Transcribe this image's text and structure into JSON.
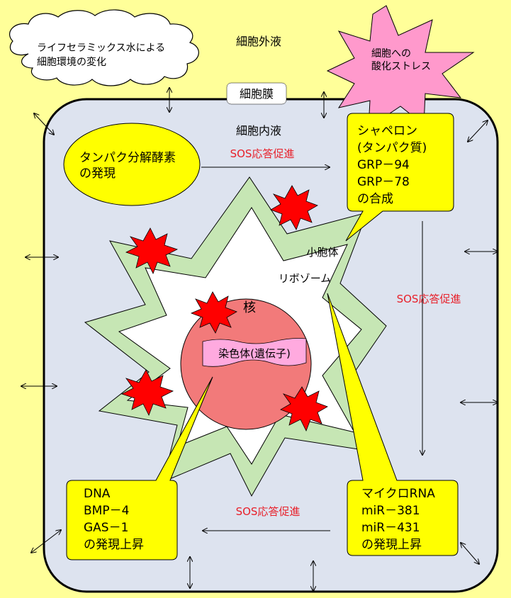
{
  "labels": {
    "extracellular_fluid": "細胞外液",
    "cell_membrane": "細胞膜",
    "intracellular_fluid": "細胞内液",
    "organelle": "小胞体",
    "ribosome": "リボゾーム",
    "nucleus": "核",
    "chromosome": "染色体(遺伝子)"
  },
  "cloud": {
    "line1": "ライフセラミックス水による",
    "line2": "細胞環境の変化"
  },
  "burst": {
    "line1": "細胞への",
    "line2": "酸化ストレス"
  },
  "protease": {
    "line1": "タンパク分解酵素",
    "line2": "の発現"
  },
  "chaperone": {
    "line1": "シャペロン",
    "line2": "(タンパク質)",
    "line3": "GRP－94",
    "line4": "GRP－78",
    "line5": "の合成"
  },
  "dna_box": {
    "line1": "DNA",
    "line2": "BMP－4",
    "line3": "GAS－1",
    "line4": "の発現上昇"
  },
  "mirna_box": {
    "line1": "マイクロRNA",
    "line2": "miR－381",
    "line3": "miR－431",
    "line4": "の発現上昇"
  },
  "sos": {
    "top": "SOS応答促進",
    "right": "SOS応答促進",
    "bottom": "SOS応答促進"
  },
  "colors": {
    "background": "#ffff99",
    "cell_fill": "#dde3ef",
    "er_green": "#c6e6b4",
    "nucleus": "#f27a7a",
    "chromosome": "#ffaadf",
    "callout_yellow": "#ffff00",
    "burst_pink": "#ff99cc",
    "sos_red": "#e8202a",
    "damage_red": "#ff0000"
  }
}
